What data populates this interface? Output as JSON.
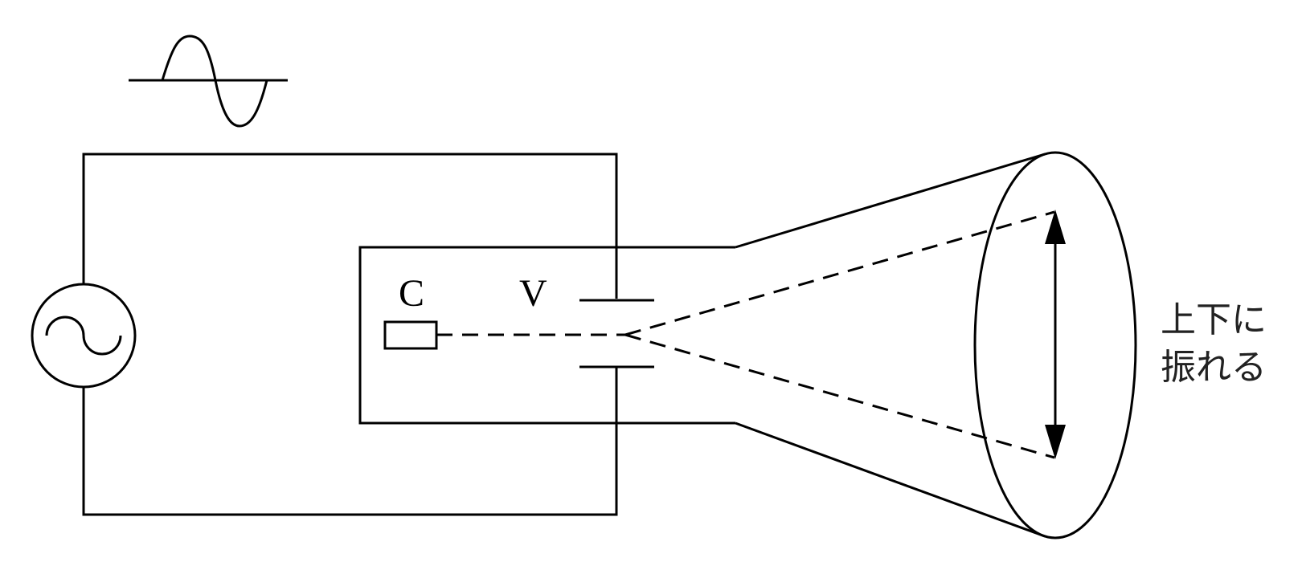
{
  "labels": {
    "cathode": "C",
    "deflector": "V",
    "annotation_line1": "上下に",
    "annotation_line2": "振れる"
  },
  "colors": {
    "line": "#000000",
    "background": "#ffffff"
  },
  "icons": {
    "ac_source": "ac-source-icon",
    "waveform": "sine-wave-icon"
  }
}
